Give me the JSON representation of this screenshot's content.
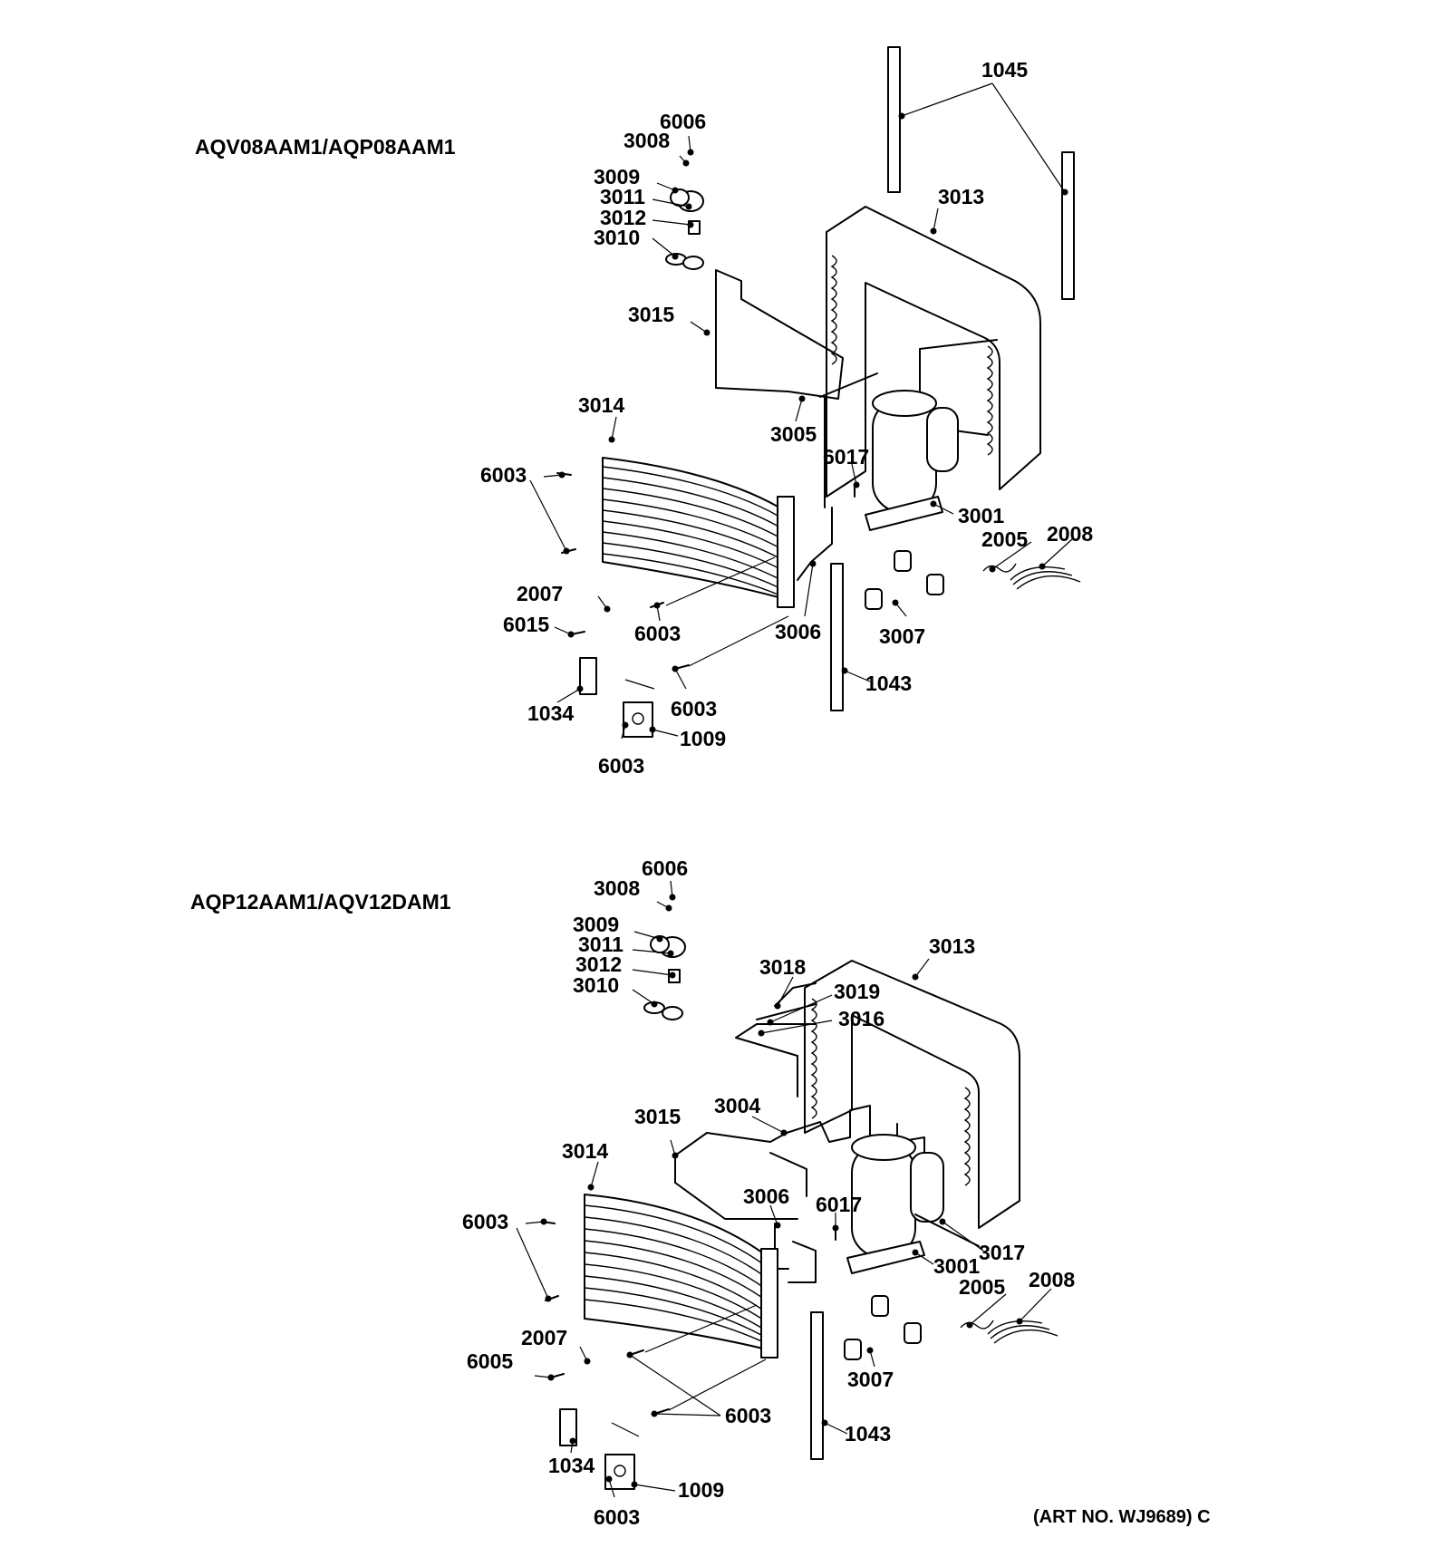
{
  "titles": {
    "upper": "AQV08AAM1/AQP08AAM1",
    "lower": "AQP12AAM1/AQV12DAM1",
    "art_no": "(ART NO. WJ9689) C"
  },
  "upper_labels": [
    "1045",
    "6006",
    "3008",
    "3009",
    "3011",
    "3012",
    "3010",
    "3013",
    "3015",
    "3014",
    "3005",
    "6017",
    "6003",
    "3001",
    "2005",
    "2008",
    "2007",
    "6015",
    "6003",
    "3006",
    "3007",
    "1043",
    "6003",
    "1034",
    "1009",
    "6003"
  ],
  "lower_labels": [
    "6006",
    "3008",
    "3009",
    "3011",
    "3012",
    "3010",
    "3013",
    "3018",
    "3019",
    "3016",
    "3004",
    "3015",
    "3014",
    "3006",
    "6017",
    "6003",
    "3017",
    "3001",
    "2005",
    "2008",
    "2007",
    "6005",
    "3007",
    "6003",
    "1043",
    "1034",
    "1009",
    "6003"
  ]
}
